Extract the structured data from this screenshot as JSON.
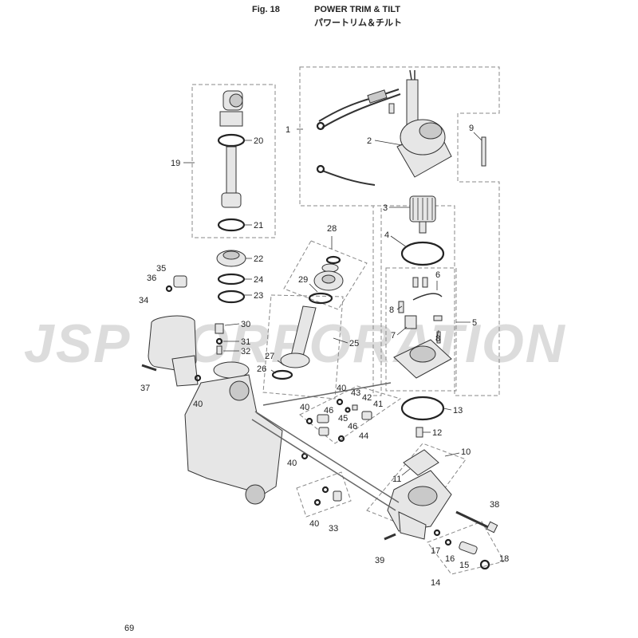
{
  "header": {
    "figure": "Fig. 18",
    "title_en": "POWER TRIM & TILT",
    "title_jp": "パワートリム＆チルト"
  },
  "watermark": "JSP CORPORATION",
  "page_number": "69",
  "callouts": {
    "c1": "1",
    "c2": "2",
    "c3": "3",
    "c4": "4",
    "c5": "5",
    "c6": "6",
    "c7": "7",
    "c8a": "8",
    "c8b": "8",
    "c9": "9",
    "c10": "10",
    "c11": "11",
    "c12": "12",
    "c13": "13",
    "c14": "14",
    "c15": "15",
    "c16": "16",
    "c17": "17",
    "c18": "18",
    "c19": "19",
    "c20": "20",
    "c21": "21",
    "c22": "22",
    "c23": "23",
    "c24": "24",
    "c25": "25",
    "c26": "26",
    "c27": "27",
    "c28": "28",
    "c29": "29",
    "c30": "30",
    "c31": "31",
    "c32": "32",
    "c33": "33",
    "c34": "34",
    "c35": "35",
    "c36": "36",
    "c37": "37",
    "c38": "38",
    "c39": "39",
    "c40a": "40",
    "c40b": "40",
    "c40c": "40",
    "c40d": "40",
    "c40e": "40",
    "c41": "41",
    "c42": "42",
    "c43": "43",
    "c44": "44",
    "c45": "45",
    "c46a": "46",
    "c46b": "46"
  }
}
